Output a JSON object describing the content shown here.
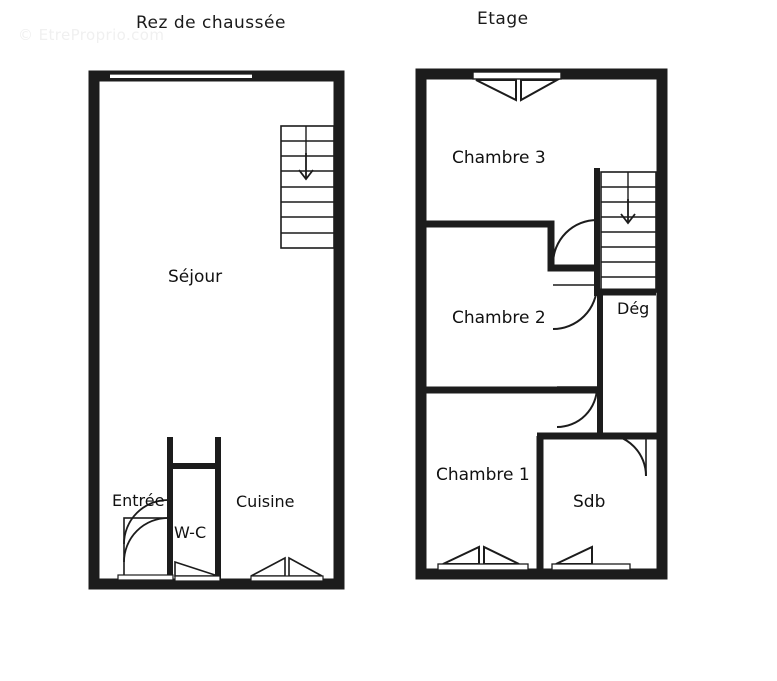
{
  "document": {
    "type": "floor-plan",
    "watermark": "© EtreProprio.com",
    "background_color": "#ffffff",
    "wall_color": "#1c1c1c",
    "text_color": "#111111"
  },
  "plans": [
    {
      "id": "rez-de-chaussee",
      "title": "Rez de chaussée",
      "rooms": [
        {
          "id": "sejour",
          "label": "Séjour"
        },
        {
          "id": "entree",
          "label": "Entrée"
        },
        {
          "id": "wc",
          "label": "W-C"
        },
        {
          "id": "cuisine",
          "label": "Cuisine"
        }
      ],
      "features": [
        {
          "id": "staircase-rdc",
          "type": "staircase",
          "direction": "down",
          "steps": 8
        },
        {
          "id": "window-sejour-top",
          "type": "window"
        },
        {
          "id": "window-entree-bottom",
          "type": "window"
        },
        {
          "id": "window-wc-bottom",
          "type": "window"
        },
        {
          "id": "window-cuisine-bottom",
          "type": "window"
        },
        {
          "id": "door-entree",
          "type": "door-swing"
        },
        {
          "id": "door-wc",
          "type": "door-swing"
        }
      ]
    },
    {
      "id": "etage",
      "title": "Etage",
      "rooms": [
        {
          "id": "chambre-3",
          "label": "Chambre 3"
        },
        {
          "id": "chambre-2",
          "label": "Chambre 2"
        },
        {
          "id": "chambre-1",
          "label": "Chambre 1"
        },
        {
          "id": "degagement",
          "label": "Dég"
        },
        {
          "id": "sdb",
          "label": "Sdb"
        }
      ],
      "features": [
        {
          "id": "staircase-etage",
          "type": "staircase",
          "direction": "down",
          "steps": 8
        },
        {
          "id": "window-chambre3-top",
          "type": "window"
        },
        {
          "id": "window-chambre1-bottom",
          "type": "window"
        },
        {
          "id": "window-sdb-bottom",
          "type": "window"
        },
        {
          "id": "door-chambre3",
          "type": "door-swing"
        },
        {
          "id": "door-chambre2",
          "type": "door-swing"
        },
        {
          "id": "door-chambre1",
          "type": "door-swing"
        },
        {
          "id": "door-sdb",
          "type": "door-swing"
        }
      ]
    }
  ]
}
